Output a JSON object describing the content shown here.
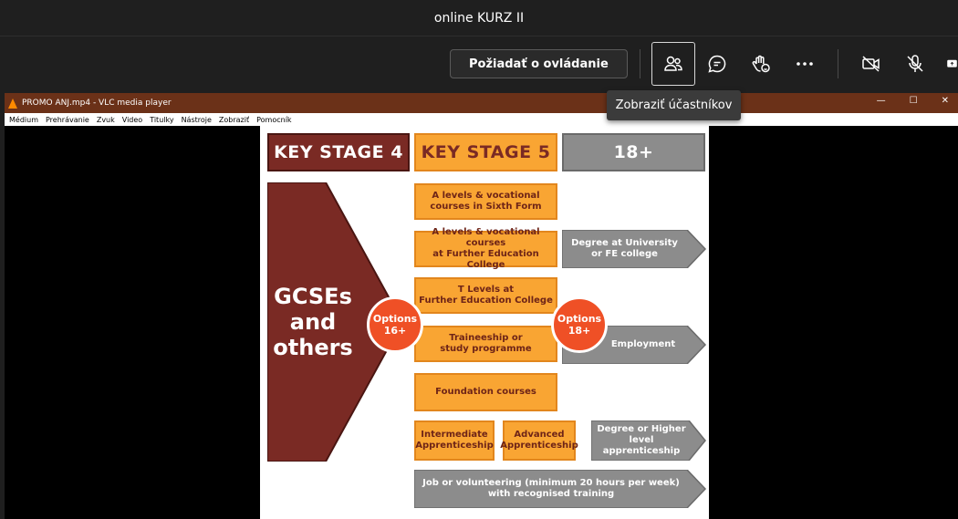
{
  "window": {
    "title": "online KURZ II"
  },
  "toolbar": {
    "request_control_label": "Požiadať o ovládanie",
    "tooltip": "Zobraziť účastníkov",
    "icons": [
      "people-icon",
      "chat-icon",
      "raise-hand-icon",
      "more-icon",
      "camera-off-icon",
      "mic-off-icon",
      "share-icon"
    ]
  },
  "vlc": {
    "title": "PROMO ANJ.mp4 - VLC media player",
    "menu": [
      "Médium",
      "Prehrávanie",
      "Zvuk",
      "Video",
      "Titulky",
      "Nástroje",
      "Zobraziť",
      "Pomocník"
    ]
  },
  "slide": {
    "ks4": "KEY STAGE 4",
    "ks5": "KEY STAGE 5",
    "age18": "18+",
    "gcse": "GCSEs\nand\nothers",
    "options16": "Options\n16+",
    "options18": "Options\n18+",
    "boxes": [
      "A levels & vocational\ncourses in Sixth Form",
      "A levels & vocational courses\nat Further Education College",
      "T Levels at\nFurther Education College",
      "Traineeship or\nstudy programme",
      "Foundation courses",
      "Intermediate\nApprenticeship",
      "Advanced\nApprenticeship"
    ],
    "outcomes": [
      "Degree at University\nor FE college",
      "Employment",
      "Degree or Higher\nlevel apprenticeship",
      "Job or volunteering (minimum 20 hours per week)\nwith recognised training"
    ]
  },
  "colors": {
    "accent_dark": "#7a2a24",
    "orange": "#f9a533",
    "grey": "#8c8c8c",
    "circle": "#ef5026"
  }
}
